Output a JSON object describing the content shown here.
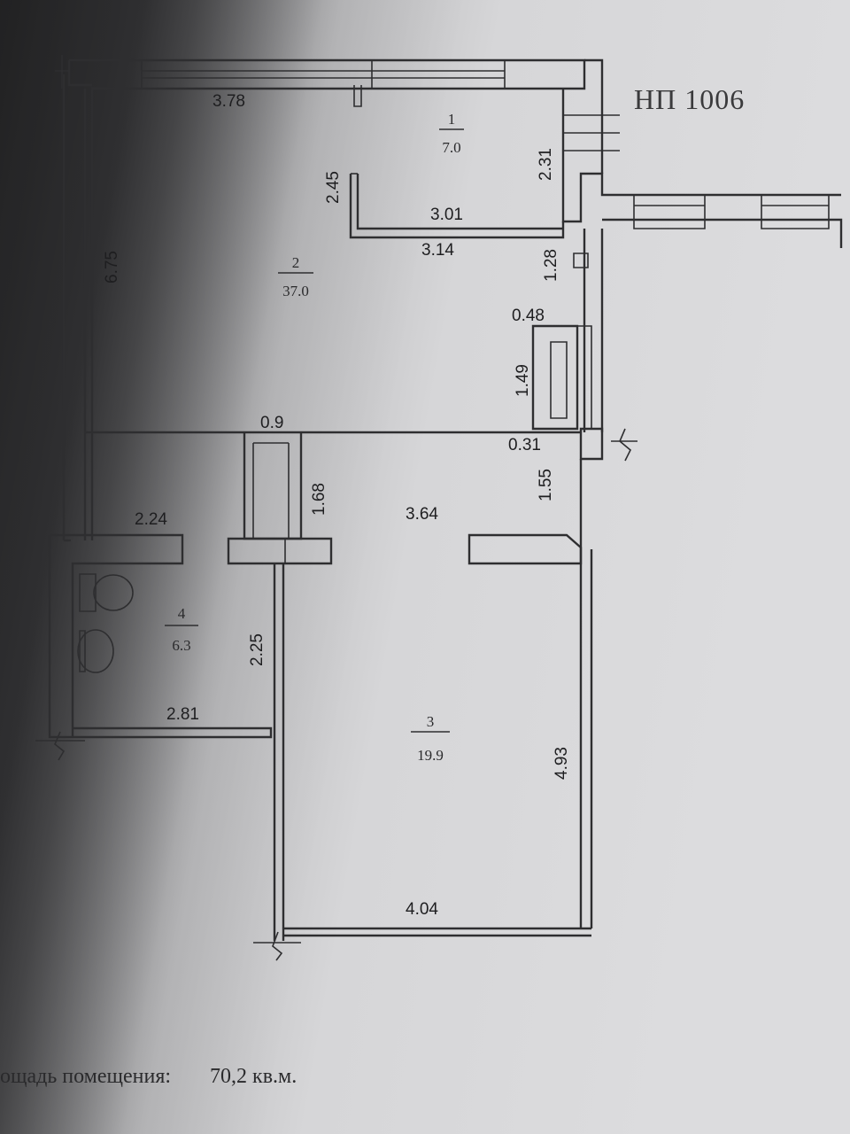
{
  "plan": {
    "unit_label": "НП 1006",
    "area_label": "ощадь помещения:",
    "area_value": "70,2 кв.м.",
    "dimensions": [
      "3.78",
      "2.45",
      "3.01",
      "3.14",
      "2.31",
      "6.75",
      "1.28",
      "0.48",
      "1.49",
      "0.9",
      "0.31",
      "1.68",
      "1.55",
      "2.24",
      "3.64",
      "2.25",
      "2.81",
      "4.93",
      "4.04"
    ],
    "rooms": [
      {
        "num": "1",
        "area": "7.0"
      },
      {
        "num": "2",
        "area": "37.0"
      },
      {
        "num": "3",
        "area": "19.9"
      },
      {
        "num": "4",
        "area": "6.3"
      }
    ]
  }
}
